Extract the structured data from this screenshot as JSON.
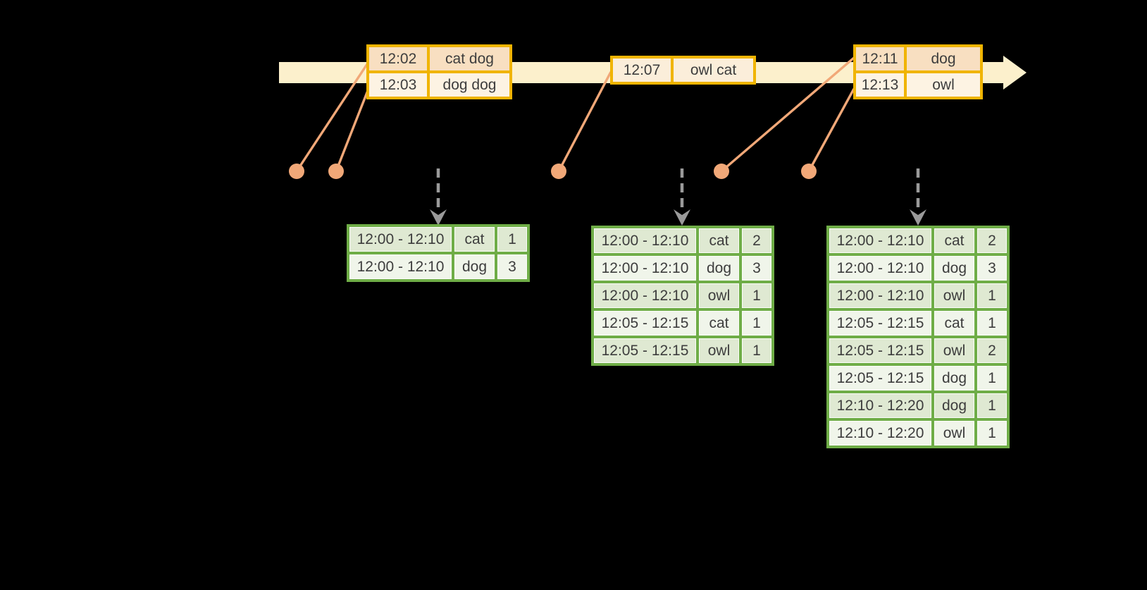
{
  "colors": {
    "background": "#000000",
    "timeline_band": "#fcf0cc",
    "event_box_border": "#f0b400",
    "event_row_peach": "#f8dfc1",
    "event_row_cream": "#fdf3e3",
    "event_row_single": "#fbeeda",
    "connector_salmon": "#f1a878",
    "trigger_gray": "#9a9a9a",
    "result_table_border": "#6fad47",
    "result_row_dark": "#dfe9d2",
    "result_row_light": "#f0f5ea",
    "text": "#3d3d3d"
  },
  "icons": {
    "timeline_arrowhead": "right-arrowhead",
    "event_marker": "dot",
    "trigger_arrowhead": "down-chevron-arrowhead"
  },
  "timeline": {
    "events": [
      {
        "rows": [
          [
            "12:02",
            "cat dog"
          ],
          [
            "12:03",
            "dog dog"
          ]
        ]
      },
      {
        "rows": [
          [
            "12:07",
            "owl cat"
          ]
        ]
      },
      {
        "rows": [
          [
            "12:11",
            "dog"
          ],
          [
            "12:13",
            "owl"
          ]
        ]
      }
    ]
  },
  "result_tables": [
    {
      "rows": [
        [
          "12:00 - 12:10",
          "cat",
          "1"
        ],
        [
          "12:00 - 12:10",
          "dog",
          "3"
        ]
      ]
    },
    {
      "rows": [
        [
          "12:00 - 12:10",
          "cat",
          "2"
        ],
        [
          "12:00 - 12:10",
          "dog",
          "3"
        ],
        [
          "12:00 - 12:10",
          "owl",
          "1"
        ],
        [
          "12:05 - 12:15",
          "cat",
          "1"
        ],
        [
          "12:05 - 12:15",
          "owl",
          "1"
        ]
      ]
    },
    {
      "rows": [
        [
          "12:00 - 12:10",
          "cat",
          "2"
        ],
        [
          "12:00 - 12:10",
          "dog",
          "3"
        ],
        [
          "12:00 - 12:10",
          "owl",
          "1"
        ],
        [
          "12:05 - 12:15",
          "cat",
          "1"
        ],
        [
          "12:05 - 12:15",
          "owl",
          "2"
        ],
        [
          "12:05 - 12:15",
          "dog",
          "1"
        ],
        [
          "12:10 - 12:20",
          "dog",
          "1"
        ],
        [
          "12:10 - 12:20",
          "owl",
          "1"
        ]
      ]
    }
  ]
}
